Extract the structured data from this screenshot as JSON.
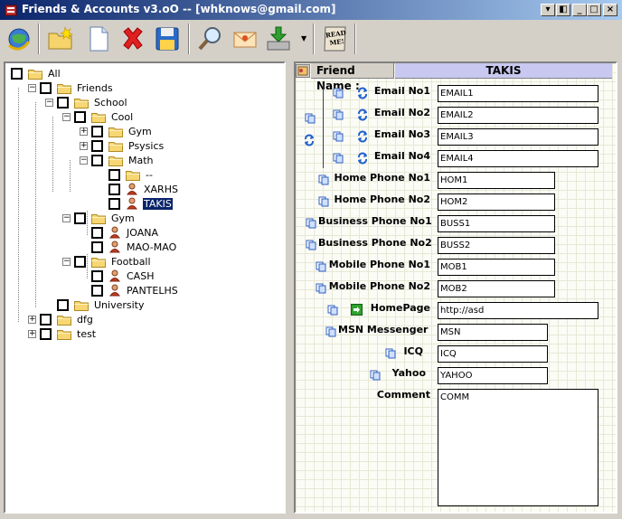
{
  "window": {
    "title": "Friends & Accounts v3.oO -- [whknows@gmail.com]",
    "caption_buttons": [
      "help",
      "restore-alt",
      "minimize",
      "maximize",
      "close"
    ]
  },
  "toolbar": {
    "buttons": [
      {
        "name": "globe-refresh-icon"
      },
      {
        "name": "new-folder-icon"
      },
      {
        "name": "new-document-icon"
      },
      {
        "name": "delete-icon"
      },
      {
        "name": "save-icon"
      },
      {
        "name": "search-icon"
      },
      {
        "name": "mail-icon"
      },
      {
        "name": "download-icon"
      },
      {
        "name": "readme-icon"
      }
    ],
    "readme_text": "READ ME!"
  },
  "tree": {
    "nodes": [
      {
        "label": "All",
        "kind": "folder",
        "depth": 0,
        "expander": ""
      },
      {
        "label": "Friends",
        "kind": "folder",
        "depth": 1,
        "expander": "−"
      },
      {
        "label": "School",
        "kind": "folder",
        "depth": 2,
        "expander": "−"
      },
      {
        "label": "Cool",
        "kind": "folder",
        "depth": 3,
        "expander": "−"
      },
      {
        "label": "Gym",
        "kind": "folder",
        "depth": 4,
        "expander": "+"
      },
      {
        "label": "Psysics",
        "kind": "folder",
        "depth": 4,
        "expander": "+"
      },
      {
        "label": "Math",
        "kind": "folder",
        "depth": 4,
        "expander": "−"
      },
      {
        "label": "--",
        "kind": "folder",
        "depth": 5,
        "expander": ""
      },
      {
        "label": "XARHS",
        "kind": "person",
        "depth": 5,
        "expander": ""
      },
      {
        "label": "TAKIS",
        "kind": "person",
        "depth": 5,
        "expander": "",
        "selected": true
      },
      {
        "label": "Gym",
        "kind": "folder",
        "depth": 3,
        "expander": "−"
      },
      {
        "label": "JOANA",
        "kind": "person",
        "depth": 4,
        "expander": ""
      },
      {
        "label": "MAO-MAO",
        "kind": "person",
        "depth": 4,
        "expander": ""
      },
      {
        "label": "Football",
        "kind": "folder",
        "depth": 3,
        "expander": "−"
      },
      {
        "label": "CASH",
        "kind": "person",
        "depth": 4,
        "expander": ""
      },
      {
        "label": "PANTELHS",
        "kind": "person",
        "depth": 4,
        "expander": ""
      },
      {
        "label": "University",
        "kind": "folder",
        "depth": 2,
        "expander": ""
      },
      {
        "label": "dfg",
        "kind": "folder",
        "depth": 1,
        "expander": "+"
      },
      {
        "label": "test",
        "kind": "folder",
        "depth": 1,
        "expander": "+"
      }
    ]
  },
  "detail": {
    "header_label": "Friend Name :",
    "header_value": "TAKIS",
    "fields": {
      "email1": {
        "label": "Email No1",
        "value": "EMAIL1"
      },
      "email2": {
        "label": "Email No2",
        "value": "EMAIL2"
      },
      "email3": {
        "label": "Email No3",
        "value": "EMAIL3"
      },
      "email4": {
        "label": "Email No4",
        "value": "EMAIL4"
      },
      "home1": {
        "label": "Home Phone No1",
        "value": "HOM1"
      },
      "home2": {
        "label": "Home Phone No2",
        "value": "HOM2"
      },
      "bus1": {
        "label": "Business Phone No1",
        "value": "BUSS1"
      },
      "bus2": {
        "label": "Business Phone No2",
        "value": "BUSS2"
      },
      "mob1": {
        "label": "Mobile Phone No1",
        "value": "MOB1"
      },
      "mob2": {
        "label": "Mobile Phone No2",
        "value": "MOB2"
      },
      "homepage": {
        "label": "HomePage",
        "value": "http://asd"
      },
      "msn": {
        "label": "MSN Messenger",
        "value": "MSN"
      },
      "icq": {
        "label": "ICQ",
        "value": "ICQ"
      },
      "yahoo": {
        "label": "Yahoo",
        "value": "YAHOO"
      },
      "comment": {
        "label": "Comment",
        "value": "COMM"
      }
    }
  }
}
